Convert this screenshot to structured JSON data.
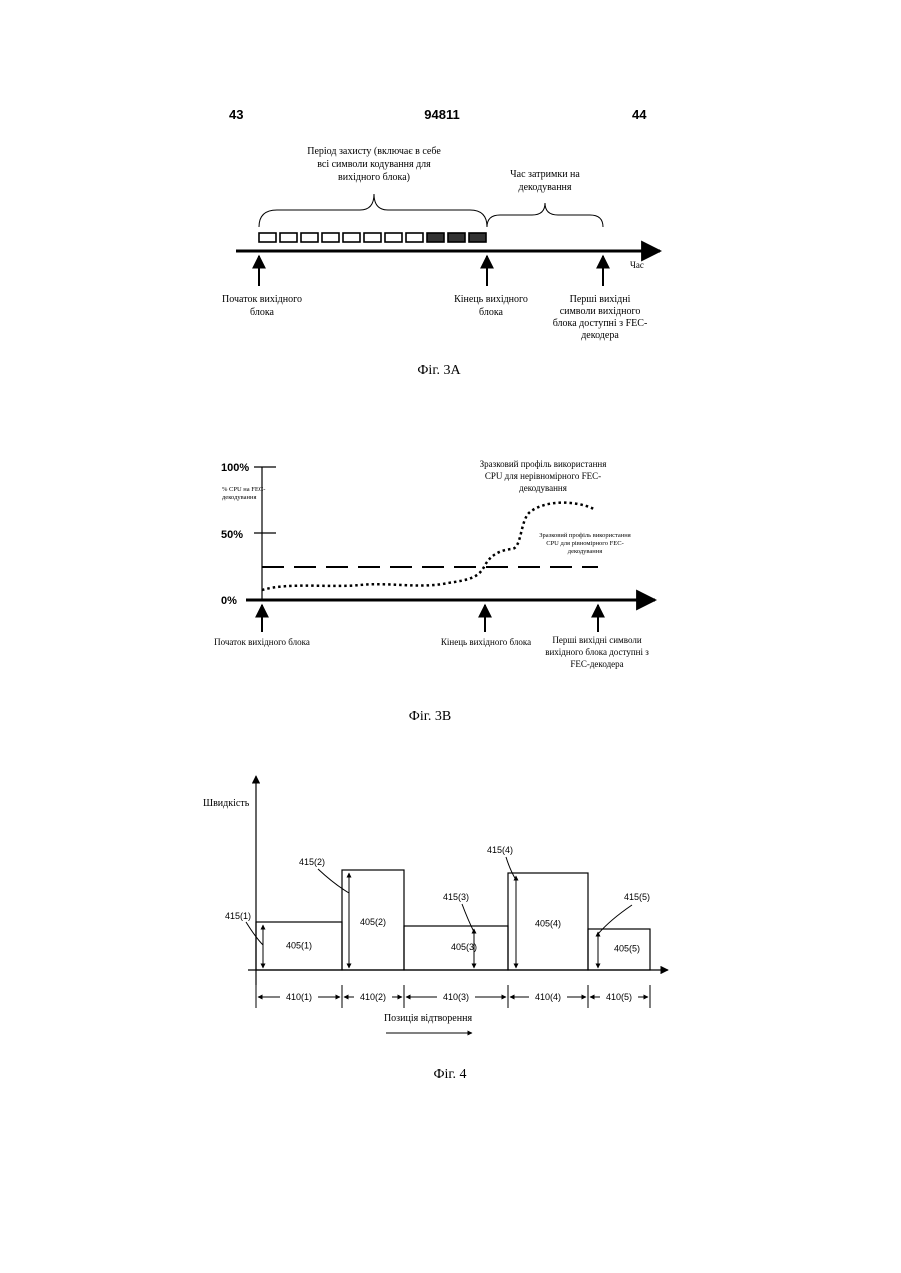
{
  "header": {
    "left_page": "43",
    "patent_number": "94811",
    "right_page": "44"
  },
  "fig3a": {
    "guard_period": [
      "Період захисту (включає в себе",
      "всі символи кодування для",
      "вихідного блока)"
    ],
    "decode_delay": [
      "Час затримки на",
      "декодування"
    ],
    "time_label": "Час",
    "start_label": [
      "Початок вихідного",
      "блока"
    ],
    "end_label": [
      "Кінець вихідного",
      "блока"
    ],
    "first_label": [
      "Перші вихідні",
      "символи вихідного",
      "блока доступні з FEC-",
      "декодера"
    ],
    "caption": "Фіг. 3А"
  },
  "fig3b": {
    "ticks": [
      "100%",
      "50%",
      "0%"
    ],
    "ylabel": [
      "% CPU на FEC-",
      "декодування"
    ],
    "nonuniform_label": [
      "Зразковий профіль використання",
      "CPU для нерівномірного FEC-",
      "декодування"
    ],
    "uniform_label": [
      "Зразковий профіль використання",
      "CPU для рівномірного FEC-",
      "декодування"
    ],
    "start_label": "Початок вихідного блока",
    "end_label": "Кінець вихідного блока",
    "first_label": [
      "Перші вихідні символи",
      "вихідного блока доступні з",
      "FEC-декодера"
    ],
    "caption": "Фіг. 3В"
  },
  "fig4": {
    "ylabel": "Швидкість",
    "xlabel": "Позиція відтворення",
    "caption": "Фіг. 4",
    "segments": [
      {
        "rate": 0.48,
        "ref_405": "405(1)",
        "ref_410": "410(1)",
        "ref_415": "415(1)"
      },
      {
        "rate": 1.0,
        "ref_405": "405(2)",
        "ref_410": "410(2)",
        "ref_415": "415(2)"
      },
      {
        "rate": 0.44,
        "ref_405": "405(3)",
        "ref_410": "410(3)",
        "ref_415": "415(3)"
      },
      {
        "rate": 0.97,
        "ref_405": "405(4)",
        "ref_410": "410(4)",
        "ref_415": "415(4)"
      },
      {
        "rate": 0.41,
        "ref_405": "405(5)",
        "ref_410": "410(5)",
        "ref_415": "415(5)"
      }
    ]
  }
}
